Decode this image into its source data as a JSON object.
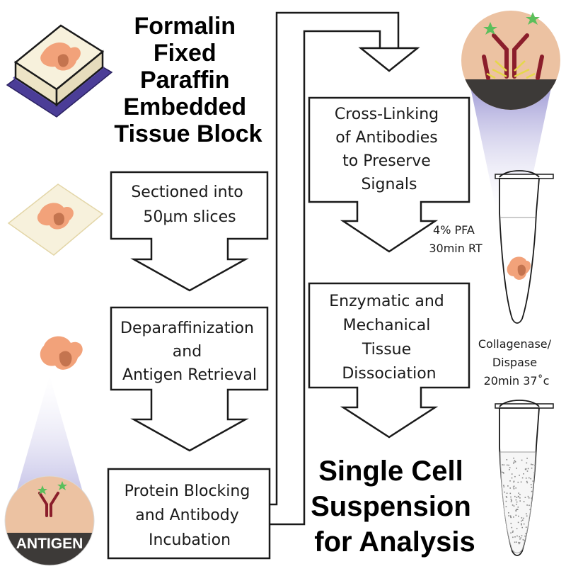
{
  "title": {
    "lines": [
      "Formalin",
      "Fixed",
      "Paraffin",
      "Embedded",
      "Tissue Block"
    ]
  },
  "steps": [
    {
      "lines": [
        "Sectioned into",
        "50µm  slices"
      ]
    },
    {
      "lines": [
        "Deparaffinization",
        "and",
        "Antigen Retrieval"
      ]
    },
    {
      "lines": [
        "Protein Blocking",
        "and Antibody",
        "Incubation"
      ]
    },
    {
      "lines": [
        "Cross-Linking",
        "of Antibodies",
        "to Preserve",
        "Signals"
      ]
    },
    {
      "lines": [
        "Enzymatic and",
        "Mechanical",
        "Tissue",
        "Dissociation"
      ]
    }
  ],
  "conditions": {
    "crosslink": [
      "4% PFA",
      "30min RT"
    ],
    "dissociation": [
      "Collagenase/",
      "Dispase",
      "20min 37˚c"
    ]
  },
  "result": {
    "lines": [
      "Single Cell",
      "Suspension",
      "for Analysis"
    ]
  },
  "antigen_label": "ANTIGEN",
  "colors": {
    "tissue": "#f2a27a",
    "tissue_dark": "#c4744f",
    "paraffin": "#f7f1dc",
    "cassette": "#5a4aa6",
    "antibody": "#8b1e2b",
    "fluor": "#5bbf5b",
    "zoom_bg": "#ecc2a2",
    "zoom_dark": "#3d3a38"
  }
}
